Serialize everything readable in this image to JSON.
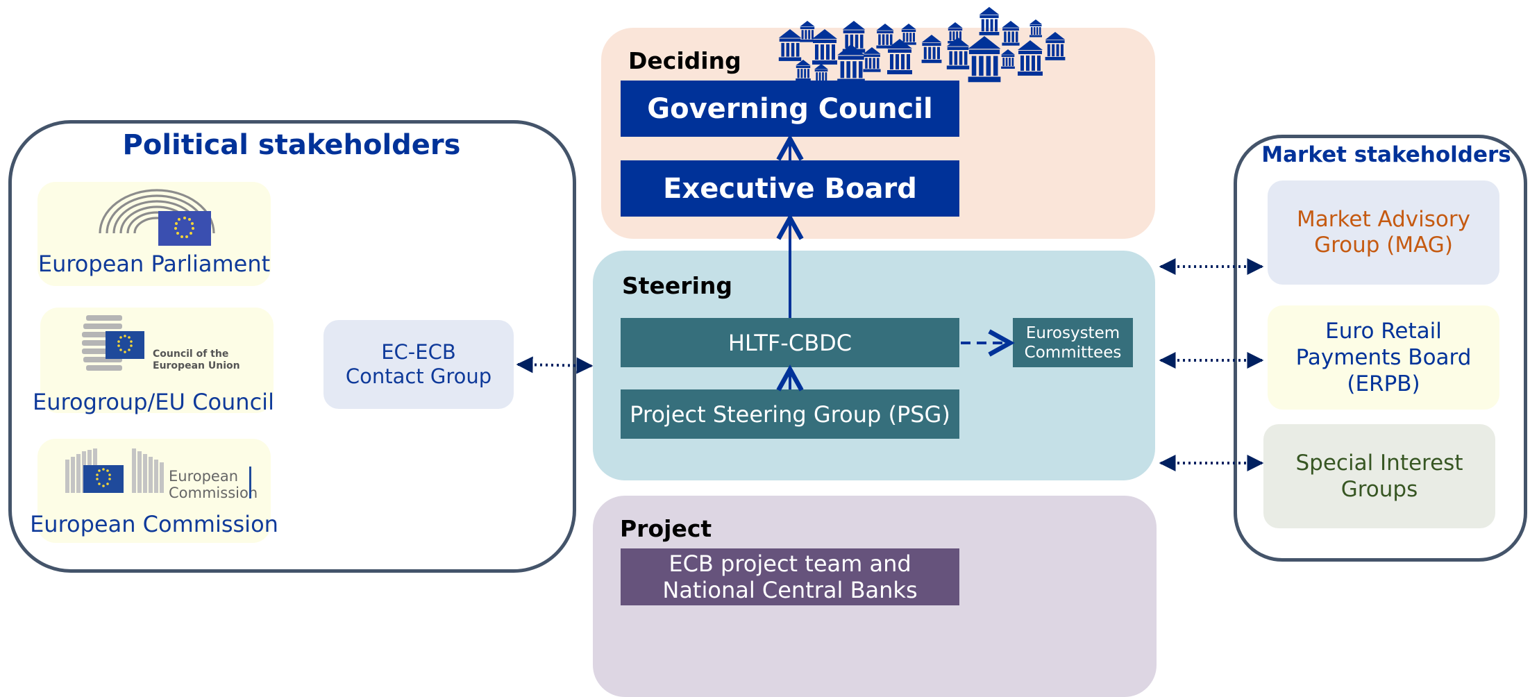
{
  "colors": {
    "primary_blue": "#003299",
    "teal": "#366f7c",
    "purple": "#66537c",
    "deciding_bg": "#fae5d9",
    "steering_bg": "#c5e0e7",
    "project_bg": "#ddd6e3",
    "frame": "#44546a",
    "mag_bg": "#e4e9f4",
    "mag_text": "#c55a11",
    "erpb_bg": "#fdfde6",
    "sig_bg": "#e9ece5",
    "sig_text": "#375623"
  },
  "political": {
    "title": "Political stakeholders",
    "contact_group": "EC-ECB\nContact Group",
    "parliament": {
      "caption": "European Parliament",
      "icon": "parliament-hemicycle-icon"
    },
    "council": {
      "caption": "Eurogroup/EU Council",
      "logo_text": "Council of the\nEuropean Union",
      "icon": "council-logo-icon"
    },
    "commission": {
      "caption": "European Commission",
      "logo_text": "European\nCommission",
      "icon": "commission-logo-icon"
    }
  },
  "deciding": {
    "label": "Deciding",
    "governing_council": "Governing Council",
    "executive_board": "Executive Board",
    "icon": "central-bank-buildings-icon"
  },
  "steering": {
    "label": "Steering",
    "hltf": "HLTF-CBDC",
    "psg": "Project Steering Group (PSG)",
    "committees": "Eurosystem\nCommittees"
  },
  "project": {
    "label": "Project",
    "team": "ECB project team and\nNational Central Banks"
  },
  "market": {
    "title": "Market stakeholders",
    "mag": "Market Advisory\nGroup (MAG)",
    "erpb": "Euro Retail\nPayments Board\n(ERPB)",
    "sig": "Special Interest\nGroups"
  }
}
